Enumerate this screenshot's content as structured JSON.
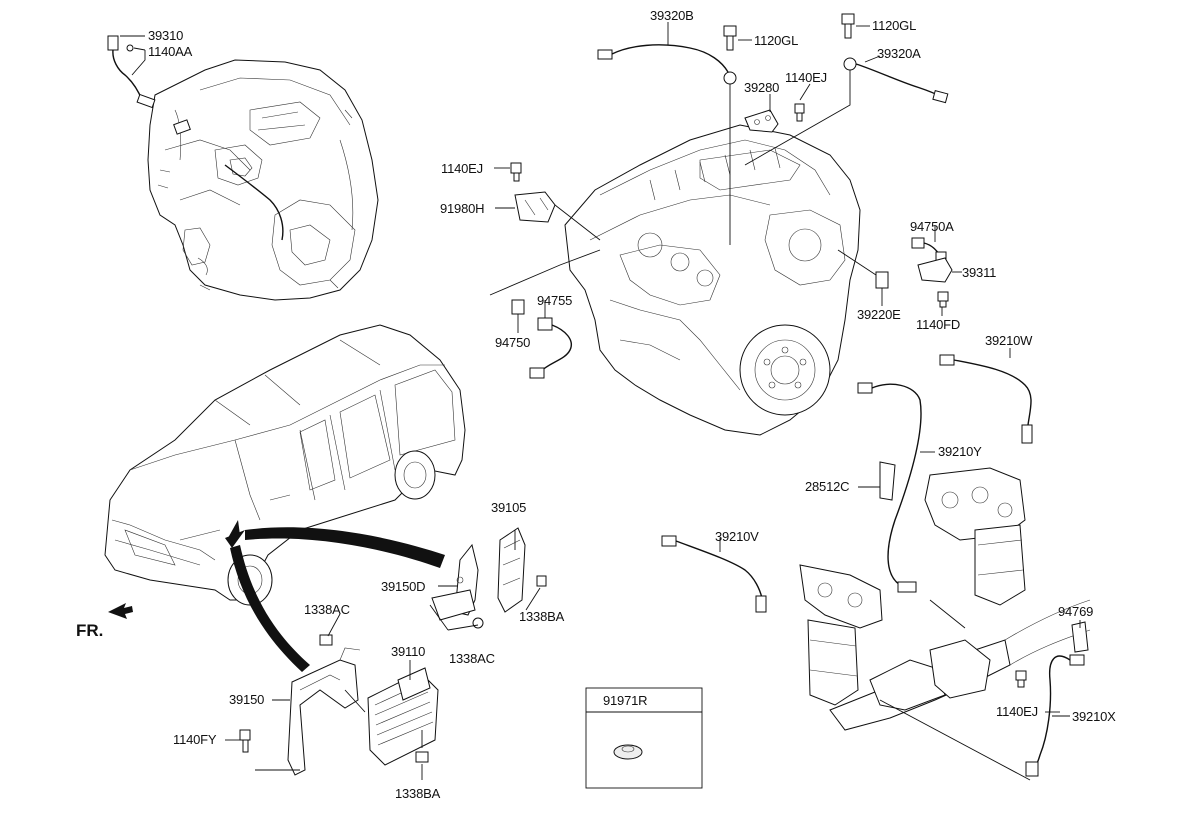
{
  "diagram": {
    "labels": {
      "p39310": "39310",
      "p1140AA": "1140AA",
      "p39320B": "39320B",
      "p1120GL_a": "1120GL",
      "p1120GL_b": "1120GL",
      "p39320A": "39320A",
      "p39280": "39280",
      "p1140EJ_a": "1140EJ",
      "p1140EJ_b": "1140EJ",
      "p91980H": "91980H",
      "p94750A": "94750A",
      "p39311": "39311",
      "p94755": "94755",
      "p94750": "94750",
      "p39220E": "39220E",
      "p1140FD": "1140FD",
      "p39210W": "39210W",
      "p39210Y": "39210Y",
      "p28512C": "28512C",
      "p39105": "39105",
      "p39150D": "39150D",
      "p1338BA_a": "1338BA",
      "p1338AC_a": "1338AC",
      "p1338AC_b": "1338AC",
      "p39210V": "39210V",
      "fr": "FR.",
      "p39110": "39110",
      "p39150": "39150",
      "p1140FY": "1140FY",
      "p1338BA_b": "1338BA",
      "p91971R": "91971R",
      "p94769": "94769",
      "p1140EJ_c": "1140EJ",
      "p39210X": "39210X"
    }
  }
}
